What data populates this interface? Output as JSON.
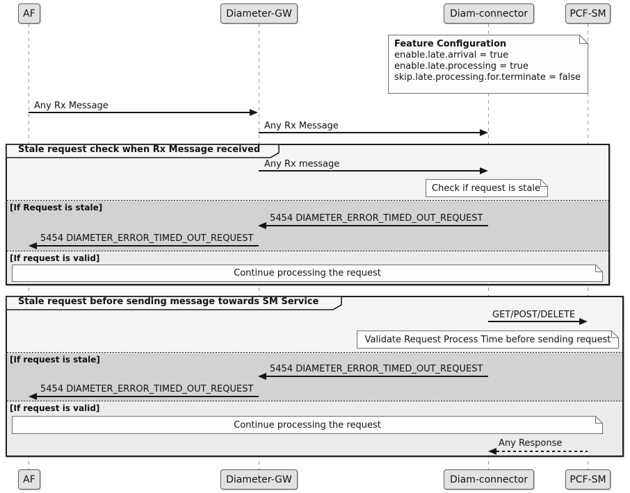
{
  "participants": {
    "af": "AF",
    "gw": "Diameter-GW",
    "dc": "Diam-connector",
    "pcf": "PCF-SM"
  },
  "feature_note": {
    "title": "Feature Configuration",
    "lines": [
      "enable.late.arrival = true",
      "enable.late.processing = true",
      "skip.late.processing.for.terminate = false"
    ]
  },
  "messages": {
    "rx_af_gw": "Any Rx Message",
    "rx_gw_dc": "Any Rx Message",
    "rx_check": "Any Rx message",
    "err1": "5454 DIAMETER_ERROR_TIMED_OUT_REQUEST",
    "err2": "5454 DIAMETER_ERROR_TIMED_OUT_REQUEST",
    "err3": "5454 DIAMETER_ERROR_TIMED_OUT_REQUEST",
    "err4": "5454 DIAMETER_ERROR_TIMED_OUT_REQUEST",
    "get_post_delete": "GET/POST/DELETE",
    "any_response": "Any Response"
  },
  "frame1": {
    "title": "Stale request check when Rx Message received",
    "cond_stale": "[If Request is stale]",
    "cond_valid": "[If request is valid]",
    "note_check": "Check if request is stale",
    "note_continue": "Continue processing the request"
  },
  "frame2": {
    "title": "Stale request before sending message towards SM Service",
    "cond_stale": "[If request is stale]",
    "cond_valid": "[If request is valid]",
    "note_validate": "Validate Request Process Time before sending request",
    "note_continue": "Continue processing the request"
  },
  "colors": {
    "frame_bg": "#f4f4f4",
    "alt_stale_bg": "#d2d2d2",
    "alt_valid_bg": "#ebebeb",
    "participant_bg": "#e2e2e2",
    "note_bg": "#fefefe",
    "line": "#151515",
    "lifeline": "#999999"
  }
}
